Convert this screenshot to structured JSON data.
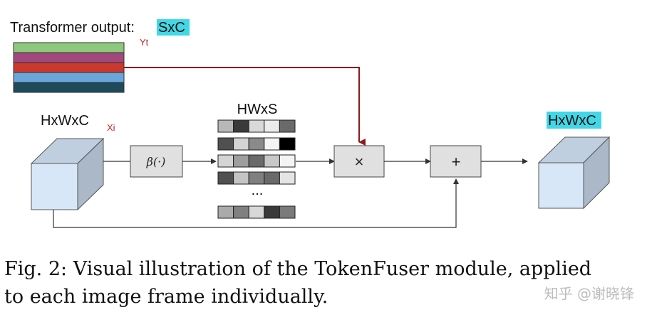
{
  "labels": {
    "transformer_output": "Transformer output: ",
    "transformer_shape": "SxC",
    "yt": "Yt",
    "input_shape": "HxWxC",
    "xi": "Xi",
    "token_shape": "HWxS",
    "ellipsis": "...",
    "output_shape": "HxWxC",
    "beta_op": "β(·)",
    "multiply_op": "×",
    "add_op": "+"
  },
  "caption": {
    "line1": "Fig. 2: Visual illustration of the TokenFuser module, applied",
    "line2": "to each image frame individually."
  },
  "watermark": "知乎 @谢晓锋",
  "colors": {
    "stack_green": "#8dc97a",
    "stack_magenta": "#a1487f",
    "stack_red": "#c9392c",
    "stack_blue": "#6aa6dc",
    "stack_teal": "#1f4a5a",
    "highlight_cyan": "#42d7e6",
    "arrow_red": "#8b1a1a",
    "cube_front": "#d7e7f7",
    "cube_side": "#aab8c8",
    "cube_top": "#bfcfe0",
    "op_box": "#e0e0e0"
  },
  "token_rows": [
    [
      "#b8b8b8",
      "#3a3a3a",
      "#d9d9d9",
      "#ececec",
      "#6a6a6a"
    ],
    [
      "#505050",
      "#d4d4d4",
      "#8a8a8a",
      "#f4f4f4",
      "#000000"
    ],
    [
      "#d4d4d4",
      "#9e9e9e",
      "#6a6a6a",
      "#c8c8c8",
      "#f4f4f4"
    ],
    [
      "#505050",
      "#c4c4c4",
      "#808080",
      "#6a6a6a",
      "#e4e4e4"
    ],
    [
      "#aaaaaa",
      "#808080",
      "#d8d8d8",
      "#3a3a3a",
      "#7a7a7a"
    ]
  ]
}
